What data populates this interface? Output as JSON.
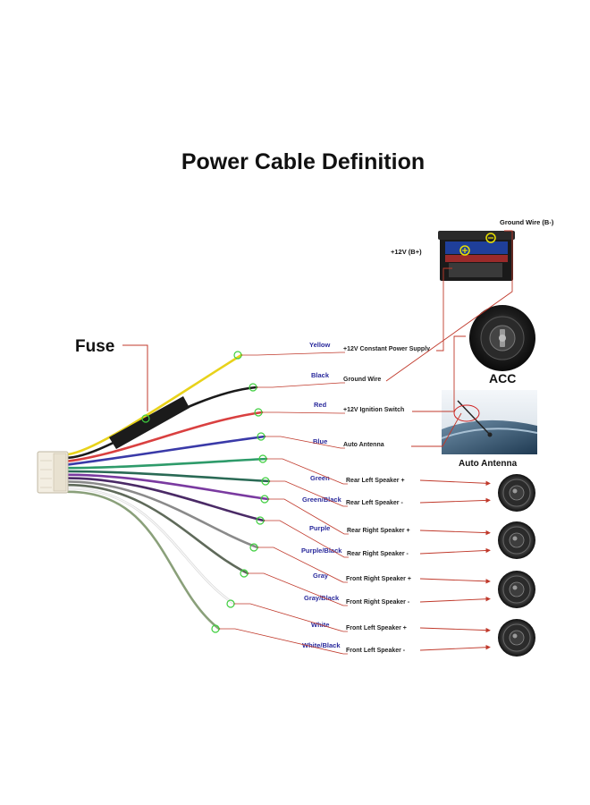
{
  "title": "Power Cable Definition",
  "fuse_label": "Fuse",
  "battery": {
    "plus_label": "+12V  (B+)",
    "ground_label": "Ground Wire (B-)"
  },
  "acc_label": "ACC",
  "antenna_label": "Auto Antenna",
  "wires": [
    {
      "color_name": "Yellow",
      "function": "+12V Constant Power Supply",
      "color": "#e8d21a"
    },
    {
      "color_name": "Black",
      "function": "Ground Wire",
      "color": "#1a1a1a"
    },
    {
      "color_name": "Red",
      "function": "+12V  Ignition Switch",
      "color": "#d94040"
    },
    {
      "color_name": "Blue",
      "function": "Auto Antenna",
      "color": "#3a3aa8"
    },
    {
      "color_name": "Green",
      "function": "Rear Left Speaker +",
      "color": "#2e9b6a"
    },
    {
      "color_name": "Green/Black",
      "function": "Rear Left Speaker -",
      "color": "#2a6a55"
    },
    {
      "color_name": "Purple",
      "function": "Rear Right Speaker +",
      "color": "#7a3aa0"
    },
    {
      "color_name": "Purple/Black",
      "function": "Rear Right Speaker -",
      "color": "#4a2a66"
    },
    {
      "color_name": "Gray",
      "function": "Front Right Speaker +",
      "color": "#8a8a8a"
    },
    {
      "color_name": "Gray/Black",
      "function": "Front Right Speaker -",
      "color": "#5f6a5a"
    },
    {
      "color_name": "White",
      "function": "Front Left Speaker +",
      "color": "#e6e6e6"
    },
    {
      "color_name": "White/Black",
      "function": "Front Left Speaker -",
      "color": "#8aa07a"
    }
  ],
  "colors": {
    "line": "#c0392b",
    "marker": "#3ecf3e",
    "label_blue": "#2a2a9c"
  }
}
